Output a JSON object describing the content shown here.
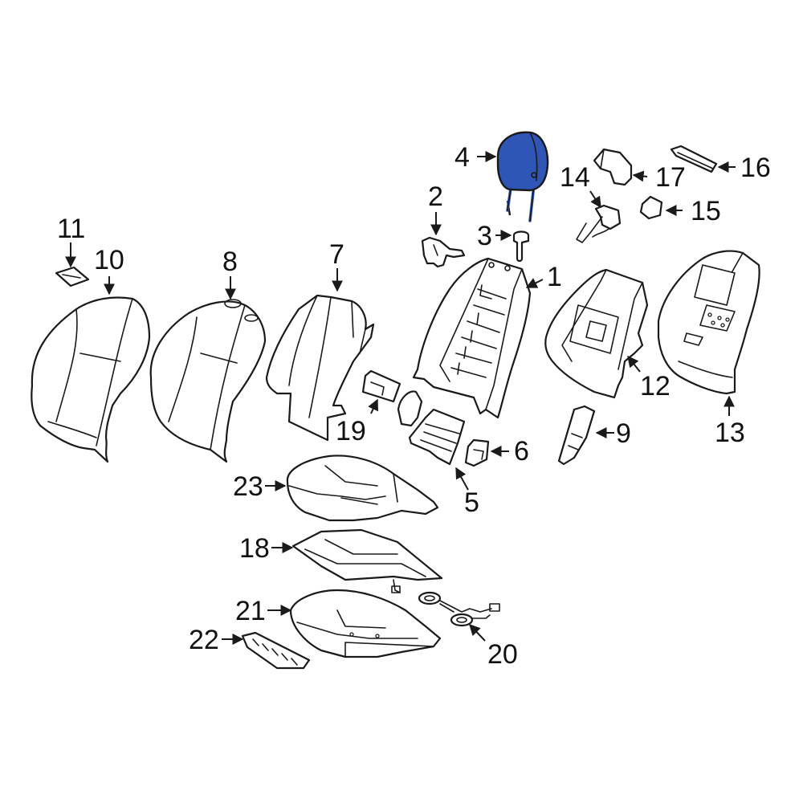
{
  "callouts": [
    {
      "id": "1",
      "label": "1"
    },
    {
      "id": "2",
      "label": "2"
    },
    {
      "id": "3",
      "label": "3"
    },
    {
      "id": "4",
      "label": "4"
    },
    {
      "id": "5",
      "label": "5"
    },
    {
      "id": "6",
      "label": "6"
    },
    {
      "id": "7",
      "label": "7"
    },
    {
      "id": "8",
      "label": "8"
    },
    {
      "id": "9",
      "label": "9"
    },
    {
      "id": "10",
      "label": "10"
    },
    {
      "id": "11",
      "label": "11"
    },
    {
      "id": "12",
      "label": "12"
    },
    {
      "id": "13",
      "label": "13"
    },
    {
      "id": "14",
      "label": "14"
    },
    {
      "id": "15",
      "label": "15"
    },
    {
      "id": "16",
      "label": "16"
    },
    {
      "id": "17",
      "label": "17"
    },
    {
      "id": "18",
      "label": "18"
    },
    {
      "id": "19",
      "label": "19"
    },
    {
      "id": "20",
      "label": "20"
    },
    {
      "id": "21",
      "label": "21"
    },
    {
      "id": "22",
      "label": "22"
    },
    {
      "id": "23",
      "label": "23"
    }
  ],
  "highlighted_part": "4",
  "colors": {
    "highlight": "#2f55b6",
    "line": "#1a1a1a",
    "background": "#ffffff"
  }
}
